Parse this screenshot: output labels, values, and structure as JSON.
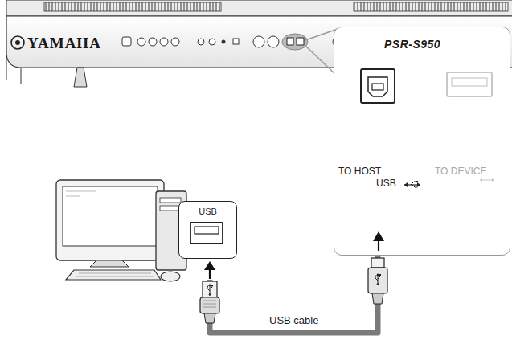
{
  "diagram": {
    "nodes": [
      {
        "text": [
          "USB"
        ]
      },
      {
        "text": [
          "TO HOST",
          "USB",
          "TO DEVICE"
        ]
      }
    ],
    "edges": [
      {
        "from": 0,
        "to": 1,
        "arrow": "none",
        "label": "USB cable"
      }
    ],
    "labels": [
      "YAMAHA",
      "PSR-S950"
    ]
  }
}
